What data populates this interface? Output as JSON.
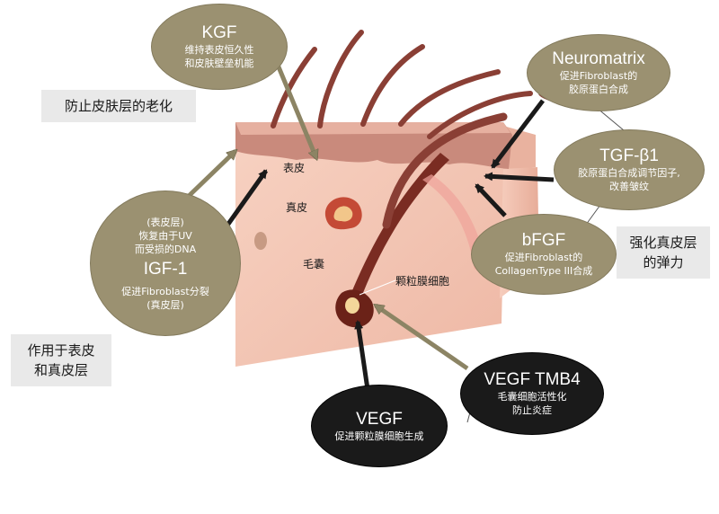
{
  "ellipses": {
    "kgf": {
      "title": "KGF",
      "lines": [
        "维持表皮恒久性",
        "和皮肤壁垒机能"
      ]
    },
    "neuromatrix": {
      "title": "Neuromatrix",
      "lines": [
        "促进Fibroblast的",
        "胶原蛋白合成"
      ]
    },
    "tgf": {
      "title": "TGF-β1",
      "lines": [
        "胶原蛋白合成调节因子,",
        "改善皱纹"
      ]
    },
    "bfgf": {
      "title": "bFGF",
      "lines": [
        "促进Fibroblast的",
        "CollagenType III合成"
      ]
    },
    "igf": {
      "pre": [
        "(表皮层)",
        "恢复由于UV",
        "而受损的DNA"
      ],
      "title": "IGF-1",
      "lines": [
        "促进Fibroblast分裂",
        "(真皮层)"
      ]
    },
    "vegf_tmb4": {
      "title": "VEGF TMB4",
      "lines": [
        "毛囊细胞活性化",
        "防止炎症"
      ]
    },
    "vegf": {
      "title": "VEGF",
      "lines": [
        "促进颗粒膜细胞生成"
      ]
    }
  },
  "boxes": {
    "anti_aging": [
      "防止皮肤层的老化"
    ],
    "elasticity": [
      "强化真皮层",
      "的弹力"
    ],
    "acts_on": [
      "作用于表皮",
      "和真皮层"
    ]
  },
  "labels": {
    "epidermis": "表皮",
    "dermis": "真皮",
    "follicle": "毛囊",
    "granulosa": "颗粒膜细胞"
  },
  "colors": {
    "olive": "#9b9171",
    "dark": "#1a1a1a",
    "skin": "#f4c6b4",
    "epidermis": "#c98a7c",
    "hair": "#8a3f35"
  }
}
